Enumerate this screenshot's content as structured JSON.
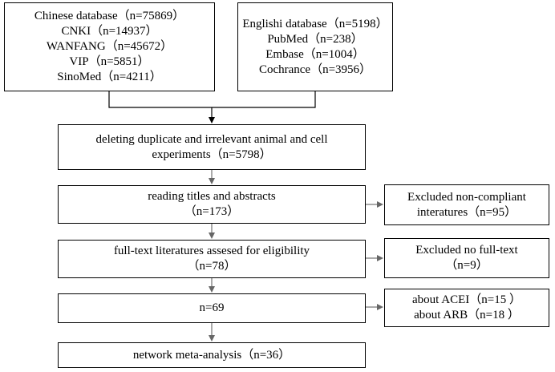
{
  "boxes": {
    "chinese": {
      "lines": [
        "Chinese database（n=75869）",
        "CNKI（n=14937）",
        "WANFANG（n=45672）",
        "VIP（n=5851）",
        "SinoMed（n=4211）"
      ]
    },
    "english": {
      "lines": [
        "Englishi database（n=5198）",
        "PubMed（n=238）",
        "Embase（n=1004）",
        "Cochrance（n=3956）"
      ]
    },
    "dedup": {
      "lines": [
        "deleting duplicate and irrelevant animal and cell",
        "experiments（n=5798）"
      ]
    },
    "titles": {
      "lines": [
        "reading titles and abstracts",
        "（n=173）"
      ]
    },
    "excluded_noncompliant": {
      "lines": [
        "Excluded non-compliant",
        "interatures（n=95）"
      ]
    },
    "fulltext": {
      "lines": [
        "full-text literatures assesed for eligibility",
        "（n=78）"
      ]
    },
    "excluded_nofulltext": {
      "lines": [
        "Excluded no full-text",
        "（n=9）"
      ]
    },
    "n69": {
      "lines": [
        "n=69"
      ]
    },
    "acei_arb": {
      "lines": [
        "about ACEI（n=15 ）",
        "about ARB（n=18 ）"
      ]
    },
    "meta": {
      "lines": [
        "network meta-analysis（n=36）"
      ]
    }
  }
}
